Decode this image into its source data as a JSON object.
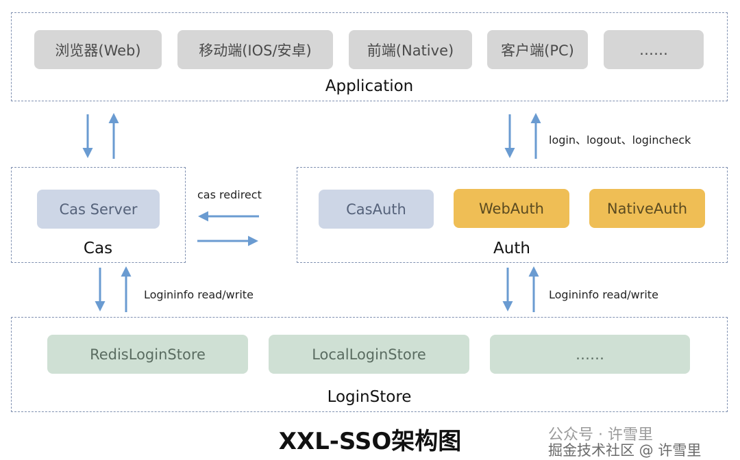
{
  "application": {
    "label": "Application",
    "clients": [
      "浏览器(Web)",
      "移动端(IOS/安卓)",
      "前端(Native)",
      "客户端(PC)",
      "……"
    ]
  },
  "cas": {
    "label": "Cas",
    "server": "Cas Server"
  },
  "auth": {
    "label": "Auth",
    "items": [
      "CasAuth",
      "WebAuth",
      "NativeAuth"
    ]
  },
  "loginstore": {
    "label": "LoginStore",
    "items": [
      "RedisLoginStore",
      "LocalLoginStore",
      "……"
    ]
  },
  "arrows": {
    "auth_app": "login、logout、logincheck",
    "cas_auth": "cas redirect",
    "cas_store": "Logininfo read/write",
    "auth_store": "Logininfo read/write"
  },
  "title": "XXL-SSO架构图",
  "watermark": {
    "line1": "公众号 · 许雪里",
    "line2": "掘金技术社区 @ 许雪里"
  },
  "colors": {
    "client_box": "#d6d6d6",
    "cas_box": "#cdd6e6",
    "auth_highlight": "#efbe55",
    "store_box": "#cfe0d4",
    "arrow": "#6a9bd1"
  }
}
